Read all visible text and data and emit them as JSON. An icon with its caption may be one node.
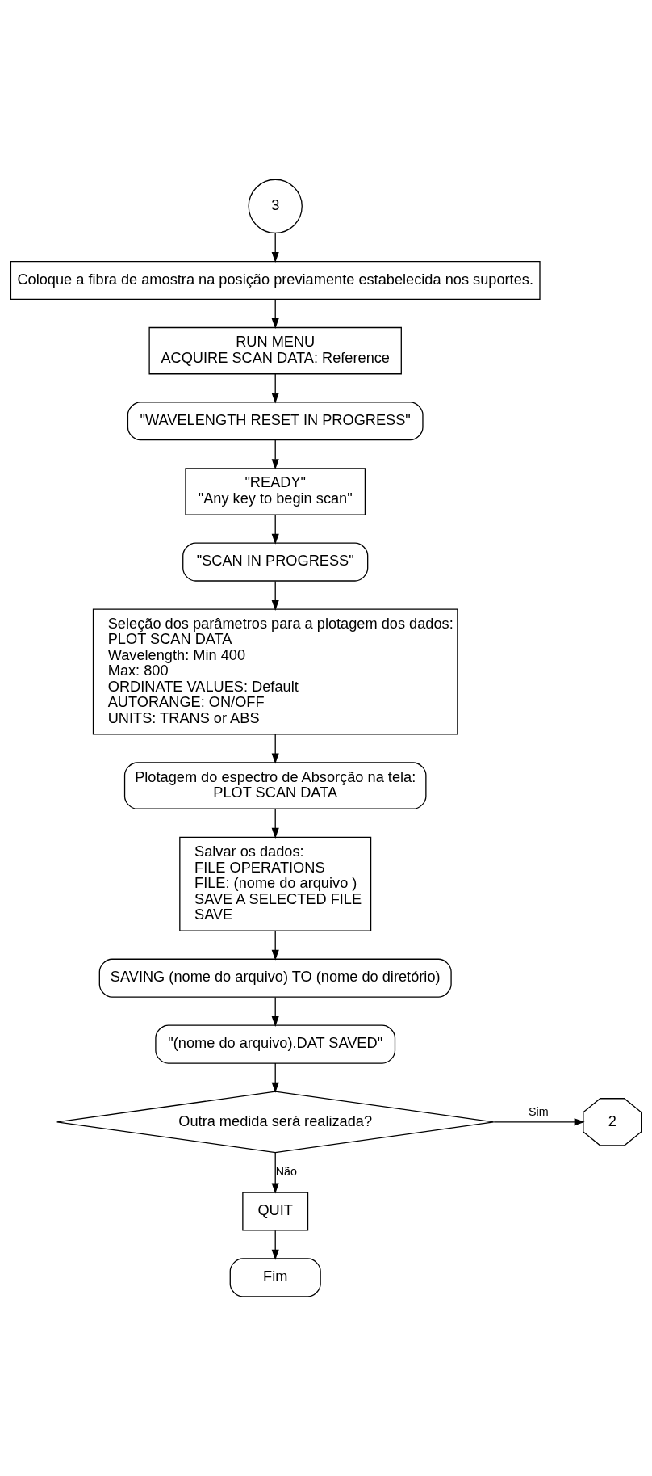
{
  "diagram": {
    "nodes": [
      {
        "text": [
          "3"
        ]
      },
      {
        "text": [
          "Coloque a fibra de amostra na posição previamente estabelecida nos suportes."
        ]
      },
      {
        "text": [
          "RUN MENU",
          "ACQUIRE SCAN DATA: Reference"
        ]
      },
      {
        "text": [
          "\"WAVELENGTH RESET IN PROGRESS\""
        ]
      },
      {
        "text": [
          "\"READY\"",
          "\"Any key to begin scan\""
        ]
      },
      {
        "text": [
          "\"SCAN IN PROGRESS\""
        ]
      },
      {
        "text": [
          "Seleção dos parâmetros para a plotagem dos dados:",
          "PLOT SCAN DATA",
          "Wavelength: Min 400",
          "Max: 800",
          "ORDINATE VALUES: Default",
          "AUTORANGE: ON/OFF",
          "UNITS: TRANS or ABS"
        ]
      },
      {
        "text": [
          "Plotagem do espectro de Absorção na tela:",
          "PLOT SCAN DATA"
        ]
      },
      {
        "text": [
          "Salvar os dados:",
          "FILE OPERATIONS",
          "FILE: (nome do arquivo )",
          "SAVE A SELECTED FILE",
          "SAVE"
        ]
      },
      {
        "text": [
          "SAVING (nome do arquivo) TO (nome do diretório)"
        ]
      },
      {
        "text": [
          "\"(nome do arquivo).DAT SAVED\""
        ]
      },
      {
        "text": [
          "Outra medida será realizada?"
        ]
      },
      {
        "text": [
          "2"
        ]
      },
      {
        "text": [
          "QUIT"
        ]
      },
      {
        "text": [
          "Fim"
        ]
      }
    ],
    "edges": [
      {
        "from": 0,
        "to": 1,
        "arrow": "to"
      },
      {
        "from": 1,
        "to": 2,
        "arrow": "to"
      },
      {
        "from": 2,
        "to": 3,
        "arrow": "to"
      },
      {
        "from": 3,
        "to": 4,
        "arrow": "to"
      },
      {
        "from": 4,
        "to": 5,
        "arrow": "to"
      },
      {
        "from": 5,
        "to": 6,
        "arrow": "to"
      },
      {
        "from": 6,
        "to": 7,
        "arrow": "to"
      },
      {
        "from": 7,
        "to": 8,
        "arrow": "to"
      },
      {
        "from": 8,
        "to": 9,
        "arrow": "to"
      },
      {
        "from": 9,
        "to": 10,
        "arrow": "to"
      },
      {
        "from": 10,
        "to": 11,
        "arrow": "to"
      },
      {
        "from": 11,
        "to": 12,
        "arrow": "to",
        "label": "Sim"
      },
      {
        "from": 11,
        "to": 13,
        "arrow": "to",
        "label": "Não"
      },
      {
        "from": 13,
        "to": 14,
        "arrow": "to"
      }
    ]
  }
}
